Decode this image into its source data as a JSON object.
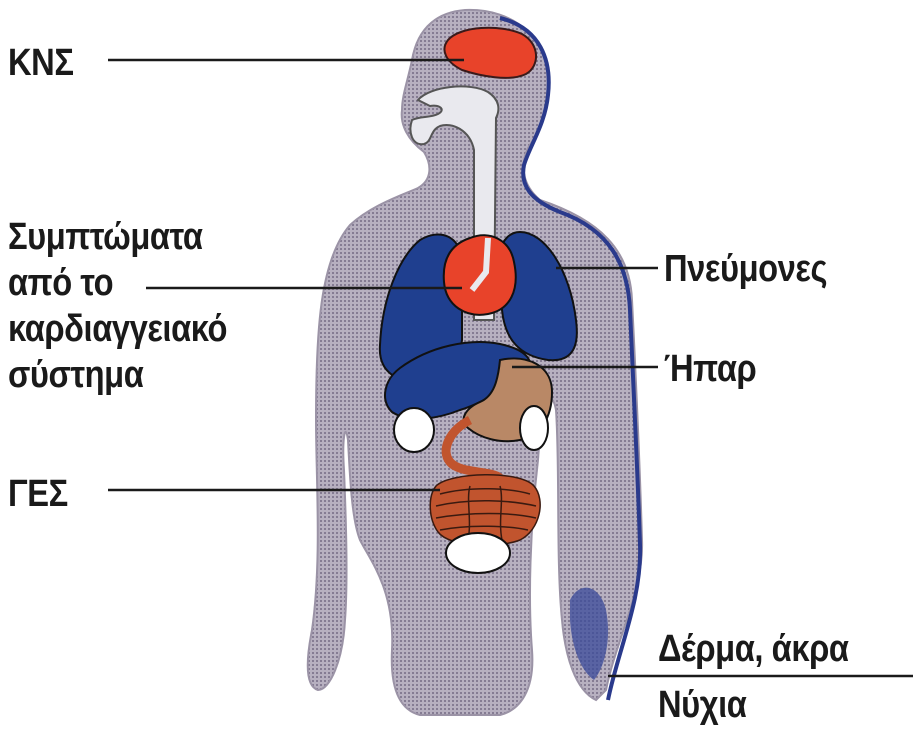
{
  "labels": {
    "cns": "ΚΝΣ",
    "cardio_line1": "Συμπτώματα",
    "cardio_line2": "από το",
    "cardio_line3": "καρδιαγγειακό",
    "cardio_line4": "σύστημα",
    "ges": "ΓΕΣ",
    "lungs": "Πνεύμονες",
    "liver": "Ήπαρ",
    "skin": "Δέρμα, άκρα",
    "nails": "Νύχια"
  },
  "colors": {
    "body": "#9b93a6",
    "body_outline": "#2a3a8c",
    "lungs": "#1f3f8f",
    "heart_brain": "#e8432a",
    "liver": "#b98866",
    "intestine": "#c1542e",
    "airway": "#e9e9ee",
    "line": "#1a1a1a"
  }
}
